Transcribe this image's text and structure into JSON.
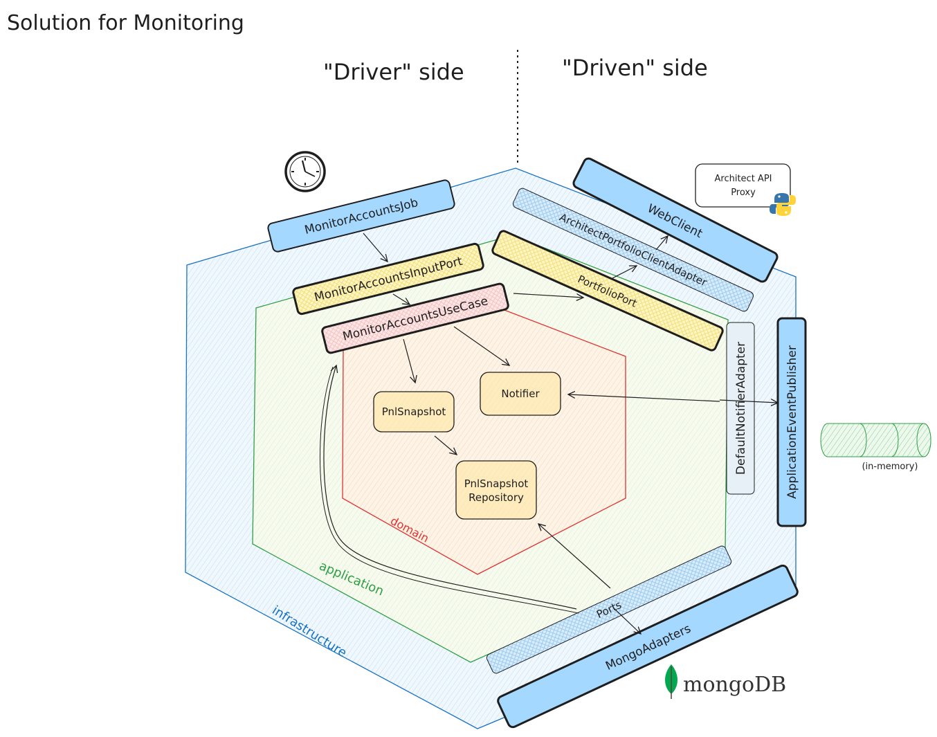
{
  "title": "Solution for Monitoring",
  "sides": {
    "driver": "\"Driver\" side",
    "driven": "\"Driven\" side"
  },
  "zones": {
    "infrastructure": "infrastructure",
    "application": "application",
    "domain": "domain"
  },
  "components": {
    "job": "MonitorAccountsJob",
    "input_port": "MonitorAccountsInputPort",
    "use_case": "MonitorAccountsUseCase",
    "web_client": "WebClient",
    "client_adapter": "ArchitectPortfolioClientAdapter",
    "portfolio_port": "PortfolioPort",
    "notifier_adapter": "DefaultNotifierAdapter",
    "event_publisher": "ApplicationEventPublisher",
    "notifier": "Notifier",
    "pnl_snapshot": "PnlSnapshot",
    "repo_line1": "PnlSnapshot",
    "repo_line2": "Repository",
    "ports": "Ports",
    "mongo_adapters": "MongoAdapters"
  },
  "external": {
    "proxy_line1": "Architect API",
    "proxy_line2": "Proxy",
    "queue_note": "(in-memory)",
    "mongo_brand": "mongoDB"
  },
  "colors": {
    "infrastructure": "#1971c2",
    "application": "#2f9e44",
    "domain": "#e03131",
    "component_blue": "#a5d8ff",
    "port_yellow": "#ffec99",
    "domain_fill": "#fff3bf"
  },
  "icons": [
    "clock-icon",
    "python-icon",
    "mongodb-leaf-icon",
    "database-cylinder-icon"
  ]
}
